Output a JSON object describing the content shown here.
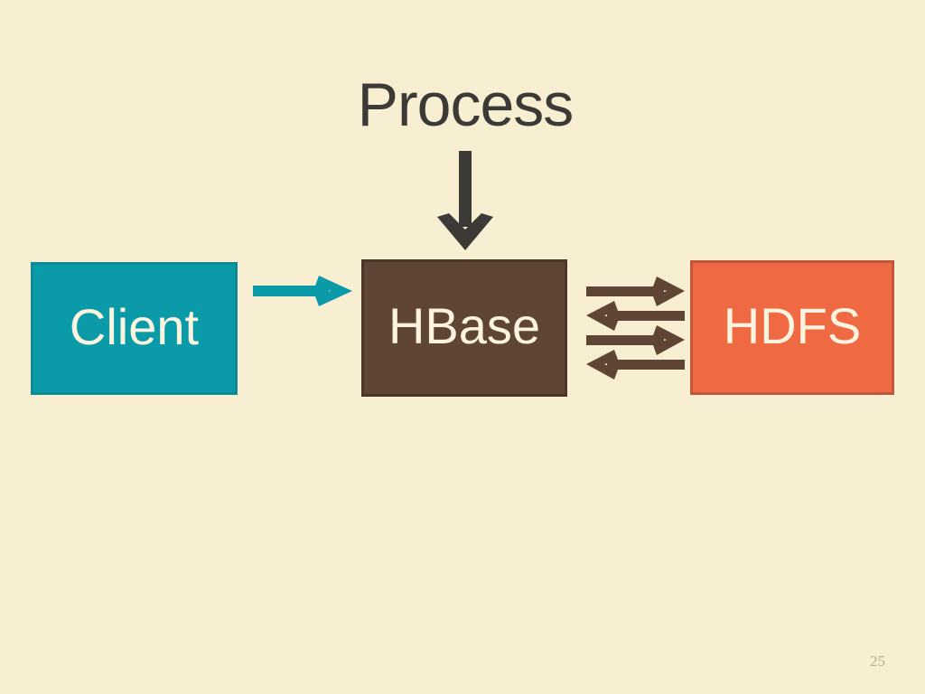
{
  "slide": {
    "title": "Process",
    "page_number": "25",
    "background_color": "#f8efd2",
    "title_color": "#3b3a36",
    "page_number_color": "#b5ad92"
  },
  "diagram": {
    "type": "block-flow",
    "nodes": [
      {
        "id": "client",
        "label": "Client",
        "fill": "#0b9aa8",
        "stroke": "#0c8b96",
        "text_color": "#fdf4e0"
      },
      {
        "id": "hbase",
        "label": "HBase",
        "fill": "#5f4536",
        "stroke": "#4d3629",
        "text_color": "#fdf4e0"
      },
      {
        "id": "hdfs",
        "label": "HDFS",
        "fill": "#ef6a42",
        "stroke": "#c0563a",
        "text_color": "#fdf4e0"
      }
    ],
    "connectors": [
      {
        "id": "process-to-hbase",
        "from": "Process",
        "to": "HBase",
        "direction": "down",
        "color": "#3b3a36",
        "count": 1
      },
      {
        "id": "client-to-hbase",
        "from": "Client",
        "to": "HBase",
        "direction": "right",
        "color": "#0b9aa8",
        "count": 1
      },
      {
        "id": "hbase-to-hdfs",
        "from": "HBase",
        "to": "HDFS",
        "direction": "bidirectional",
        "color": "#5f4536",
        "count": 4,
        "sequence": [
          "right",
          "left",
          "right",
          "left"
        ]
      }
    ]
  }
}
